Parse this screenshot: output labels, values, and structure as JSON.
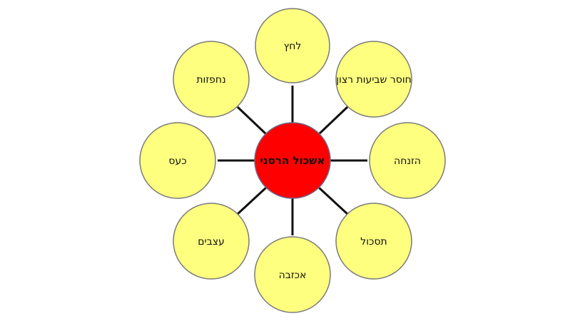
{
  "diagram": {
    "center": {
      "label": "אשכול הרסני",
      "color": "#ff0000"
    },
    "satellites": [
      {
        "id": "top",
        "label": "לחץ"
      },
      {
        "id": "top-right",
        "label": "חוסר שביעות רצון"
      },
      {
        "id": "right",
        "label": "הזנחה"
      },
      {
        "id": "bottom-right",
        "label": "תסכול"
      },
      {
        "id": "bottom",
        "label": "אכזבה"
      },
      {
        "id": "bottom-left",
        "label": "עצבים"
      },
      {
        "id": "left",
        "label": "כעס"
      },
      {
        "id": "top-left",
        "label": "נחפזות"
      }
    ],
    "colors": {
      "satellite_fill": "#ffff7f",
      "satellite_stroke": "#7a7a7a",
      "center_stroke": "#6b6b8f",
      "connector": "#111111",
      "background": "#ffffff"
    }
  }
}
